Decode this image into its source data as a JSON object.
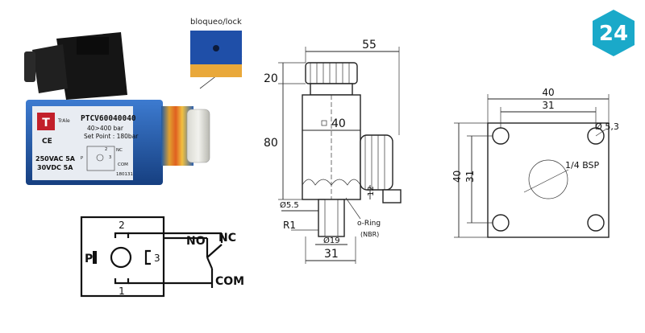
{
  "badge": {
    "number": "24",
    "color": "#1aa9c9"
  },
  "photo": {
    "callout": "bloqueo/lock",
    "brand": "TrAle",
    "model": "PTCV60040040",
    "range": "40>400 bar",
    "setpoint": "Set Point : 180bar",
    "rating_ac": "250VAC 5A",
    "rating_dc": "30VDC 5A",
    "nc": "NC",
    "pin_p": "P",
    "pin_2": "2",
    "pin_3": "3",
    "com": "COM",
    "serial": "180131",
    "body_color": "#1f5aa6",
    "connector_color": "#1a1a1a"
  },
  "schematic": {
    "pin1": "1",
    "pin2": "2",
    "pin3": "3",
    "pinP": "P",
    "no": "NO",
    "nc": "NC",
    "com": "COM"
  },
  "side_drawing": {
    "d55": "55",
    "d20": "20",
    "d80": "80",
    "d40": "40",
    "d12": "12",
    "d55b": "Ø5.5",
    "r1": "R1",
    "oring": "o-Ring",
    "nbr": "(NBR)",
    "d19": "Ø19",
    "d31": "31"
  },
  "plate_drawing": {
    "w40": "40",
    "w31": "31",
    "h40": "40",
    "h31": "31",
    "hole": "Ø 5,3",
    "port": "1/4 BSP"
  }
}
